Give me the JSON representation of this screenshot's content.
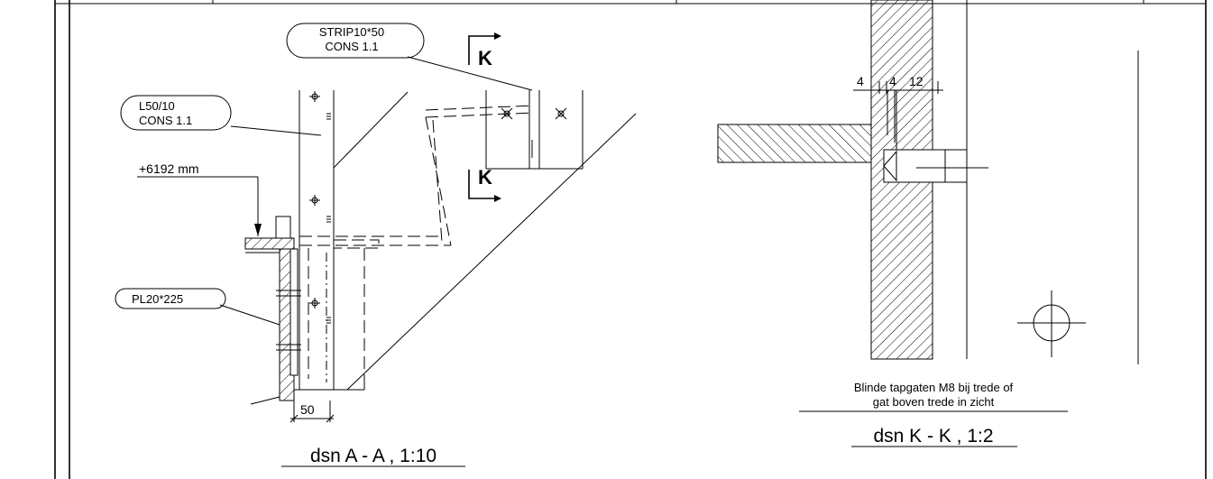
{
  "view_left": {
    "title": "dsn A - A , 1:10",
    "callouts": {
      "strip": [
        "STRIP10*50",
        "CONS 1.1"
      ],
      "angle": [
        "L50/10",
        "CONS 1.1"
      ],
      "plate": "PL20*225"
    },
    "level": "+6192 mm",
    "dimension": "50",
    "section_marker": "K"
  },
  "view_right": {
    "title": "dsn K - K , 1:2",
    "dimensions": [
      "4",
      "4",
      "12"
    ],
    "note_line1": "Blinde tapgaten M8 bij trede of",
    "note_line2": "gat boven trede in zicht"
  }
}
